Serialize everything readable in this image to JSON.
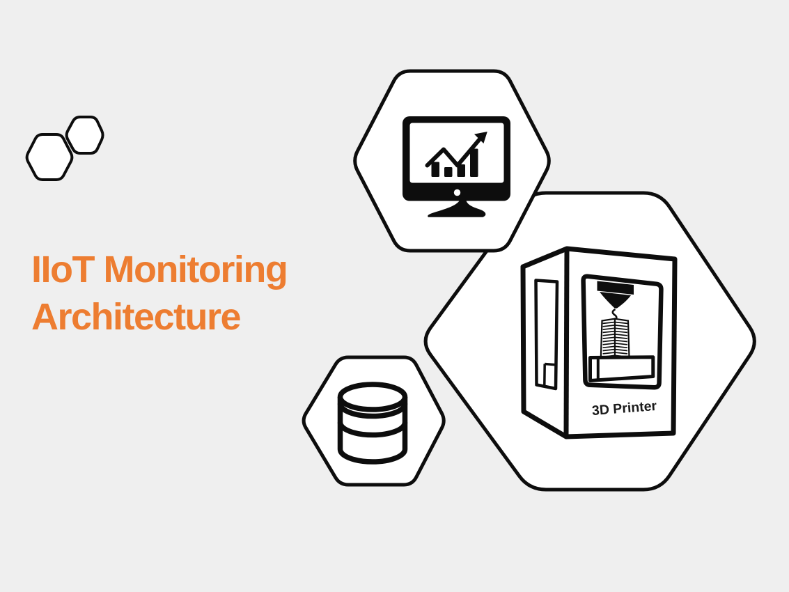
{
  "title": {
    "lines": [
      "IIoT Monitoring",
      "Architecture"
    ],
    "color": "#ED7D31"
  },
  "printer": {
    "label": "3D Printer"
  },
  "icons": {
    "monitor": "monitor-with-growth-chart-icon",
    "database": "database-cylinder-icon",
    "printer": "3d-printer-icon",
    "decoration": "hexagon-outline-shapes"
  },
  "colors": {
    "background": "#EFEFEF",
    "shape_fill": "#FFFFFF",
    "stroke": "#0D0D0D",
    "accent": "#ED7D31",
    "label": "#1A1A1A"
  }
}
